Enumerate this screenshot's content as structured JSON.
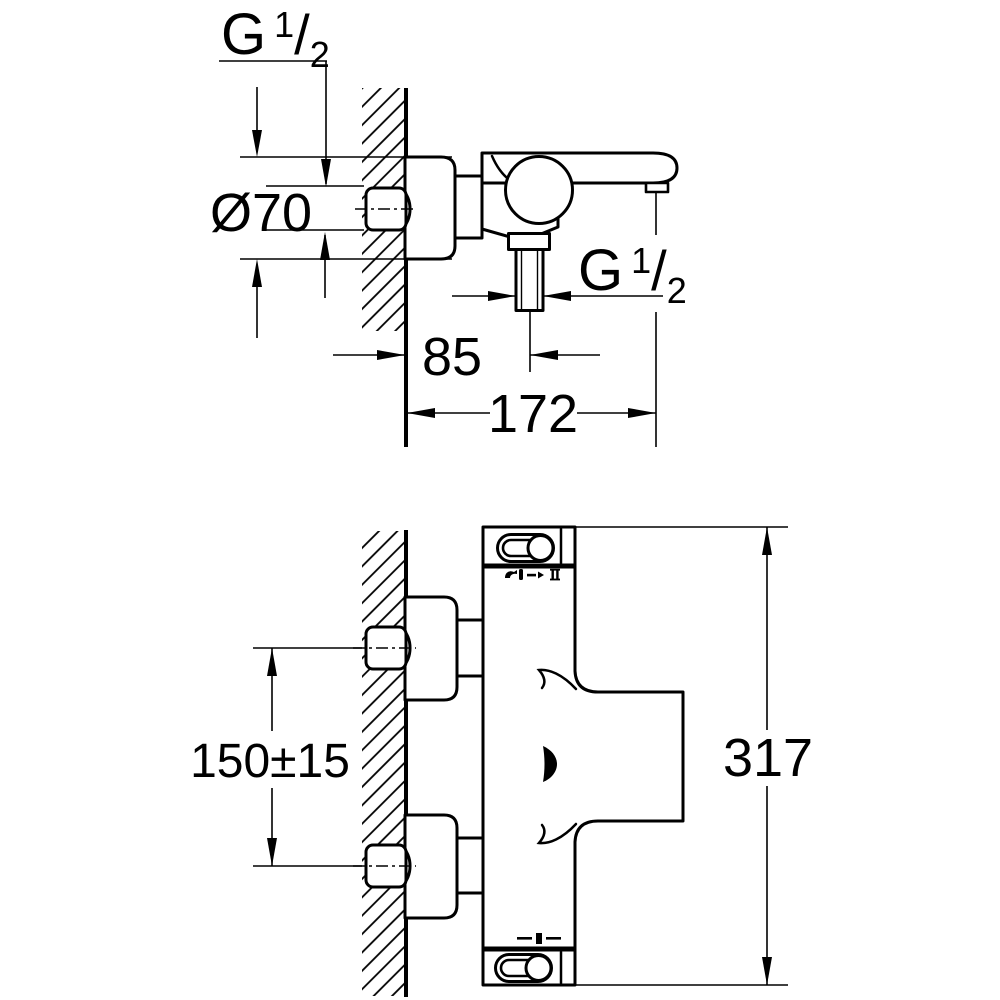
{
  "page": {
    "background": "#ffffff",
    "ink": "#000000"
  },
  "side_view": {
    "title": "bath-mixer-side-view",
    "labels": {
      "wall_thread": {
        "base": "G",
        "sup": "1",
        "slash": "/",
        "sub": "2"
      },
      "escutcheon_diameter": "Ø70",
      "outlet_thread": {
        "base": "G",
        "sup": "1",
        "slash": "/",
        "sub": "2"
      },
      "shower_outlet_offset": "85",
      "spout_projection": "172"
    }
  },
  "plan_view": {
    "title": "thermostat-plan-view",
    "labels": {
      "inlet_spacing": "150±15",
      "overall_width": "317"
    },
    "icons": {
      "diverter_pictograms": "spout-diverter-shower-icons",
      "temperature_marker": "temperature-scale-marker",
      "drop_mark": "water-drop-mark"
    }
  }
}
